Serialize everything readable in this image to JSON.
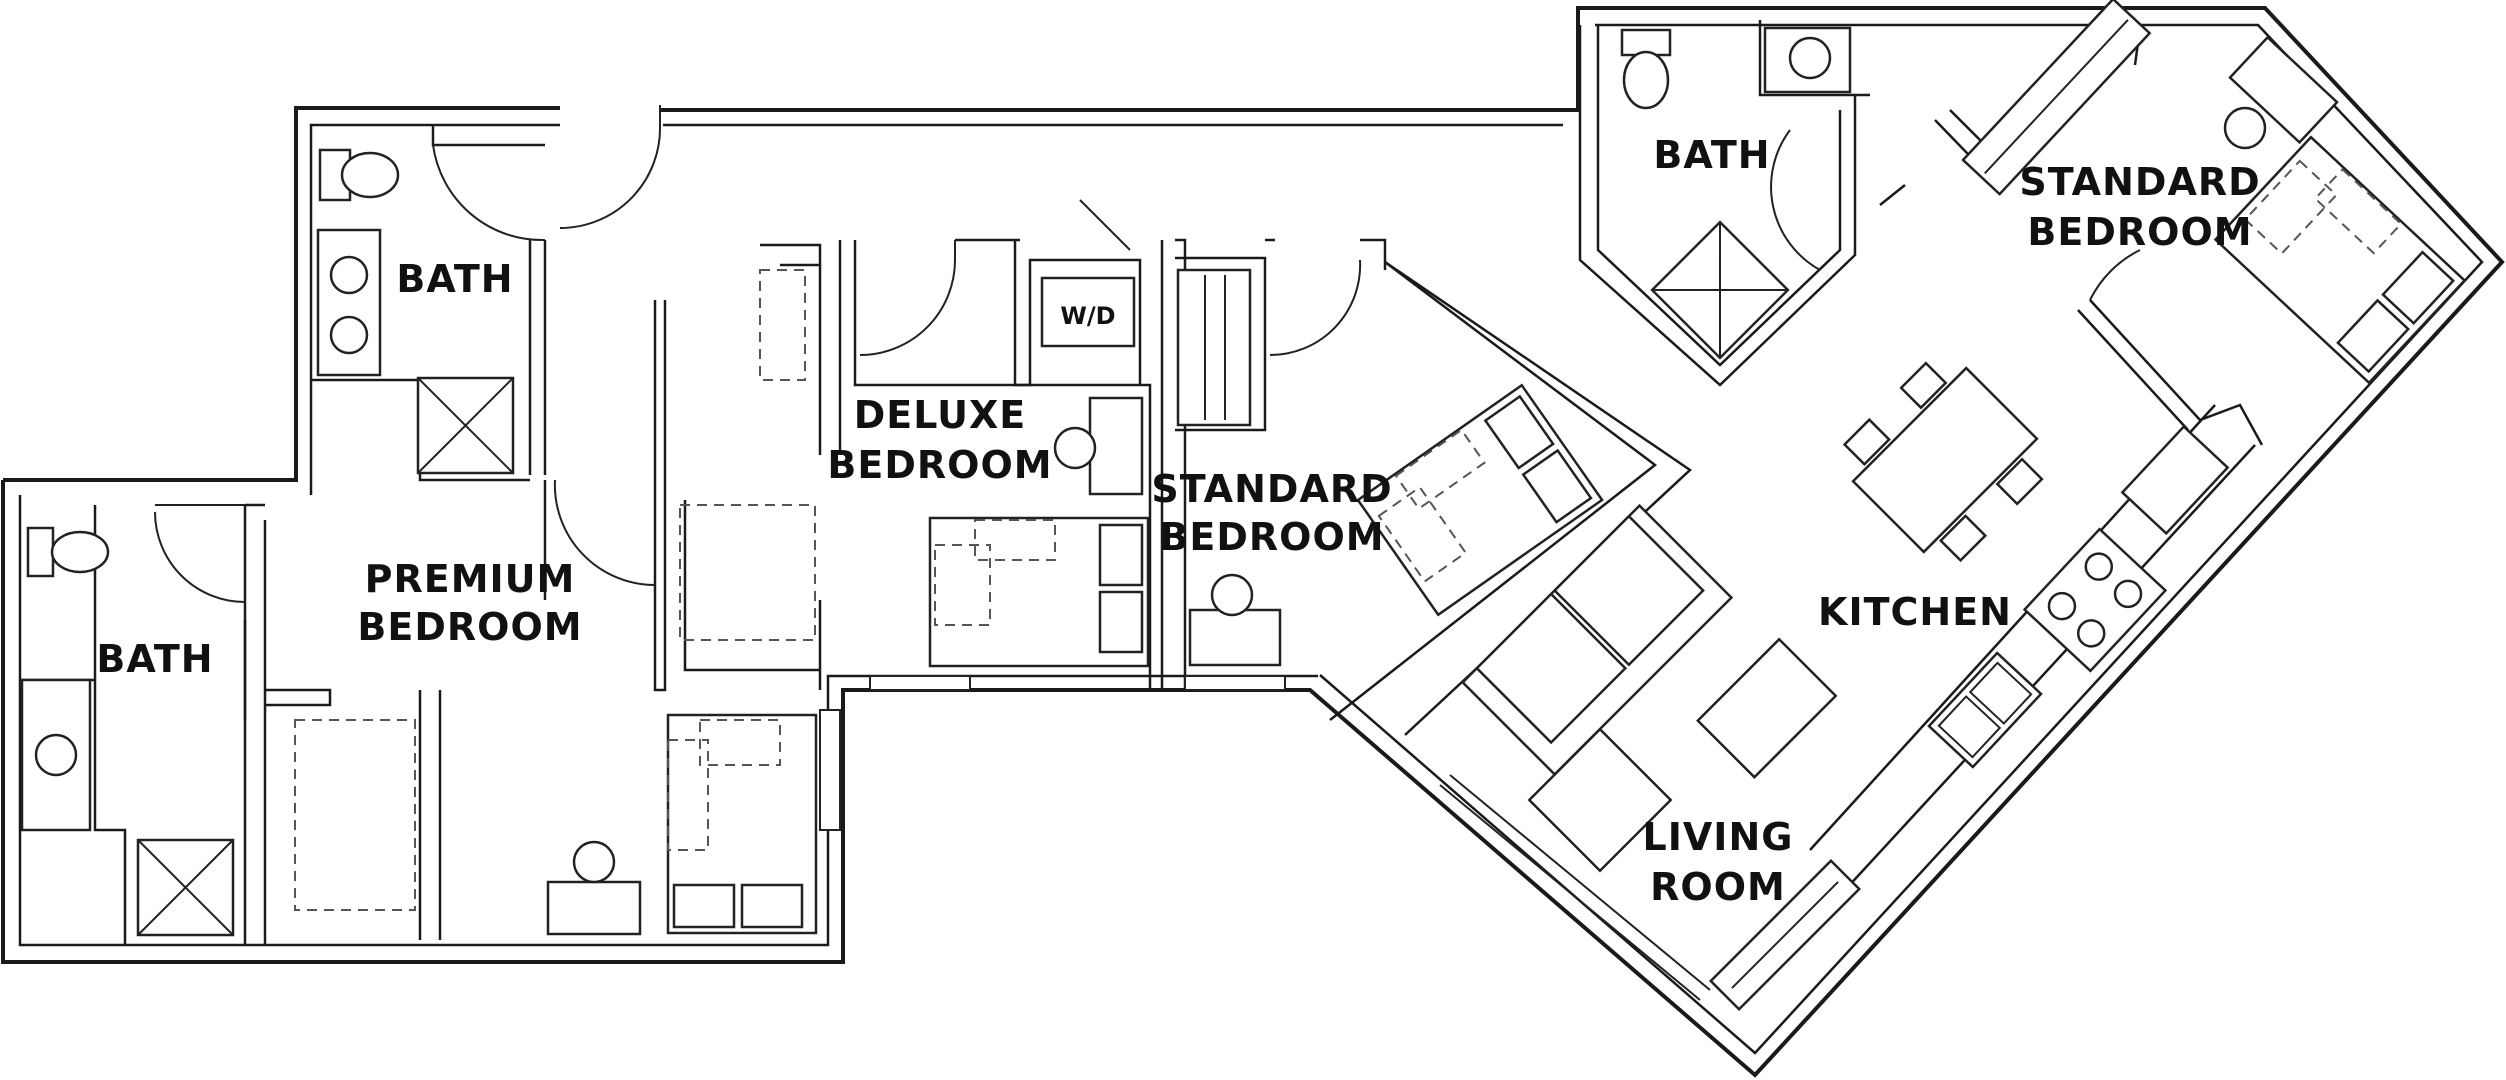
{
  "rooms": {
    "bath_top_left": {
      "label": "BATH"
    },
    "bath_left": {
      "label": "BATH"
    },
    "premium_bedroom": {
      "line1": "PREMIUM",
      "line2": "BEDROOM"
    },
    "deluxe_bedroom": {
      "line1": "DELUXE",
      "line2": "BEDROOM"
    },
    "washer_dryer": {
      "label": "W/D"
    },
    "standard_bedroom_center": {
      "line1": "STANDARD",
      "line2": "BEDROOM"
    },
    "bath_top_right": {
      "label": "BATH"
    },
    "standard_bedroom_right": {
      "line1": "STANDARD",
      "line2": "BEDROOM"
    },
    "kitchen": {
      "label": "KITCHEN"
    },
    "living_room": {
      "line1": "LIVING",
      "line2": "ROOM"
    }
  }
}
